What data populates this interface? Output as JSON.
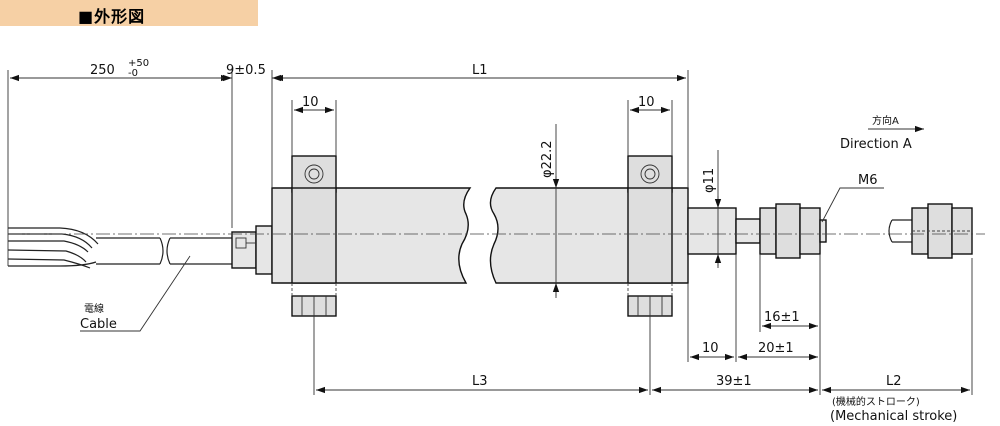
{
  "header": {
    "title": "■外形図"
  },
  "dimensions": {
    "cable_length": "250",
    "cable_tol_upper": "+50",
    "cable_tol_lower": "-0",
    "gap": "9±0.5",
    "L1": "L1",
    "clamp_left": "10",
    "clamp_right": "10",
    "diameter_body": "φ22.2",
    "diameter_rod": "φ11",
    "thread": "M6",
    "d16": "16±1",
    "d10": "10",
    "d20": "20±1",
    "L3": "L3",
    "d39": "39±1",
    "L2": "L2"
  },
  "labels": {
    "cable_jp": "電線",
    "cable_en": "Cable",
    "direction_jp": "方向A",
    "direction_en": "Direction A",
    "stroke_jp": "(機械的ストローク)",
    "stroke_en": "(Mechanical stroke)"
  }
}
